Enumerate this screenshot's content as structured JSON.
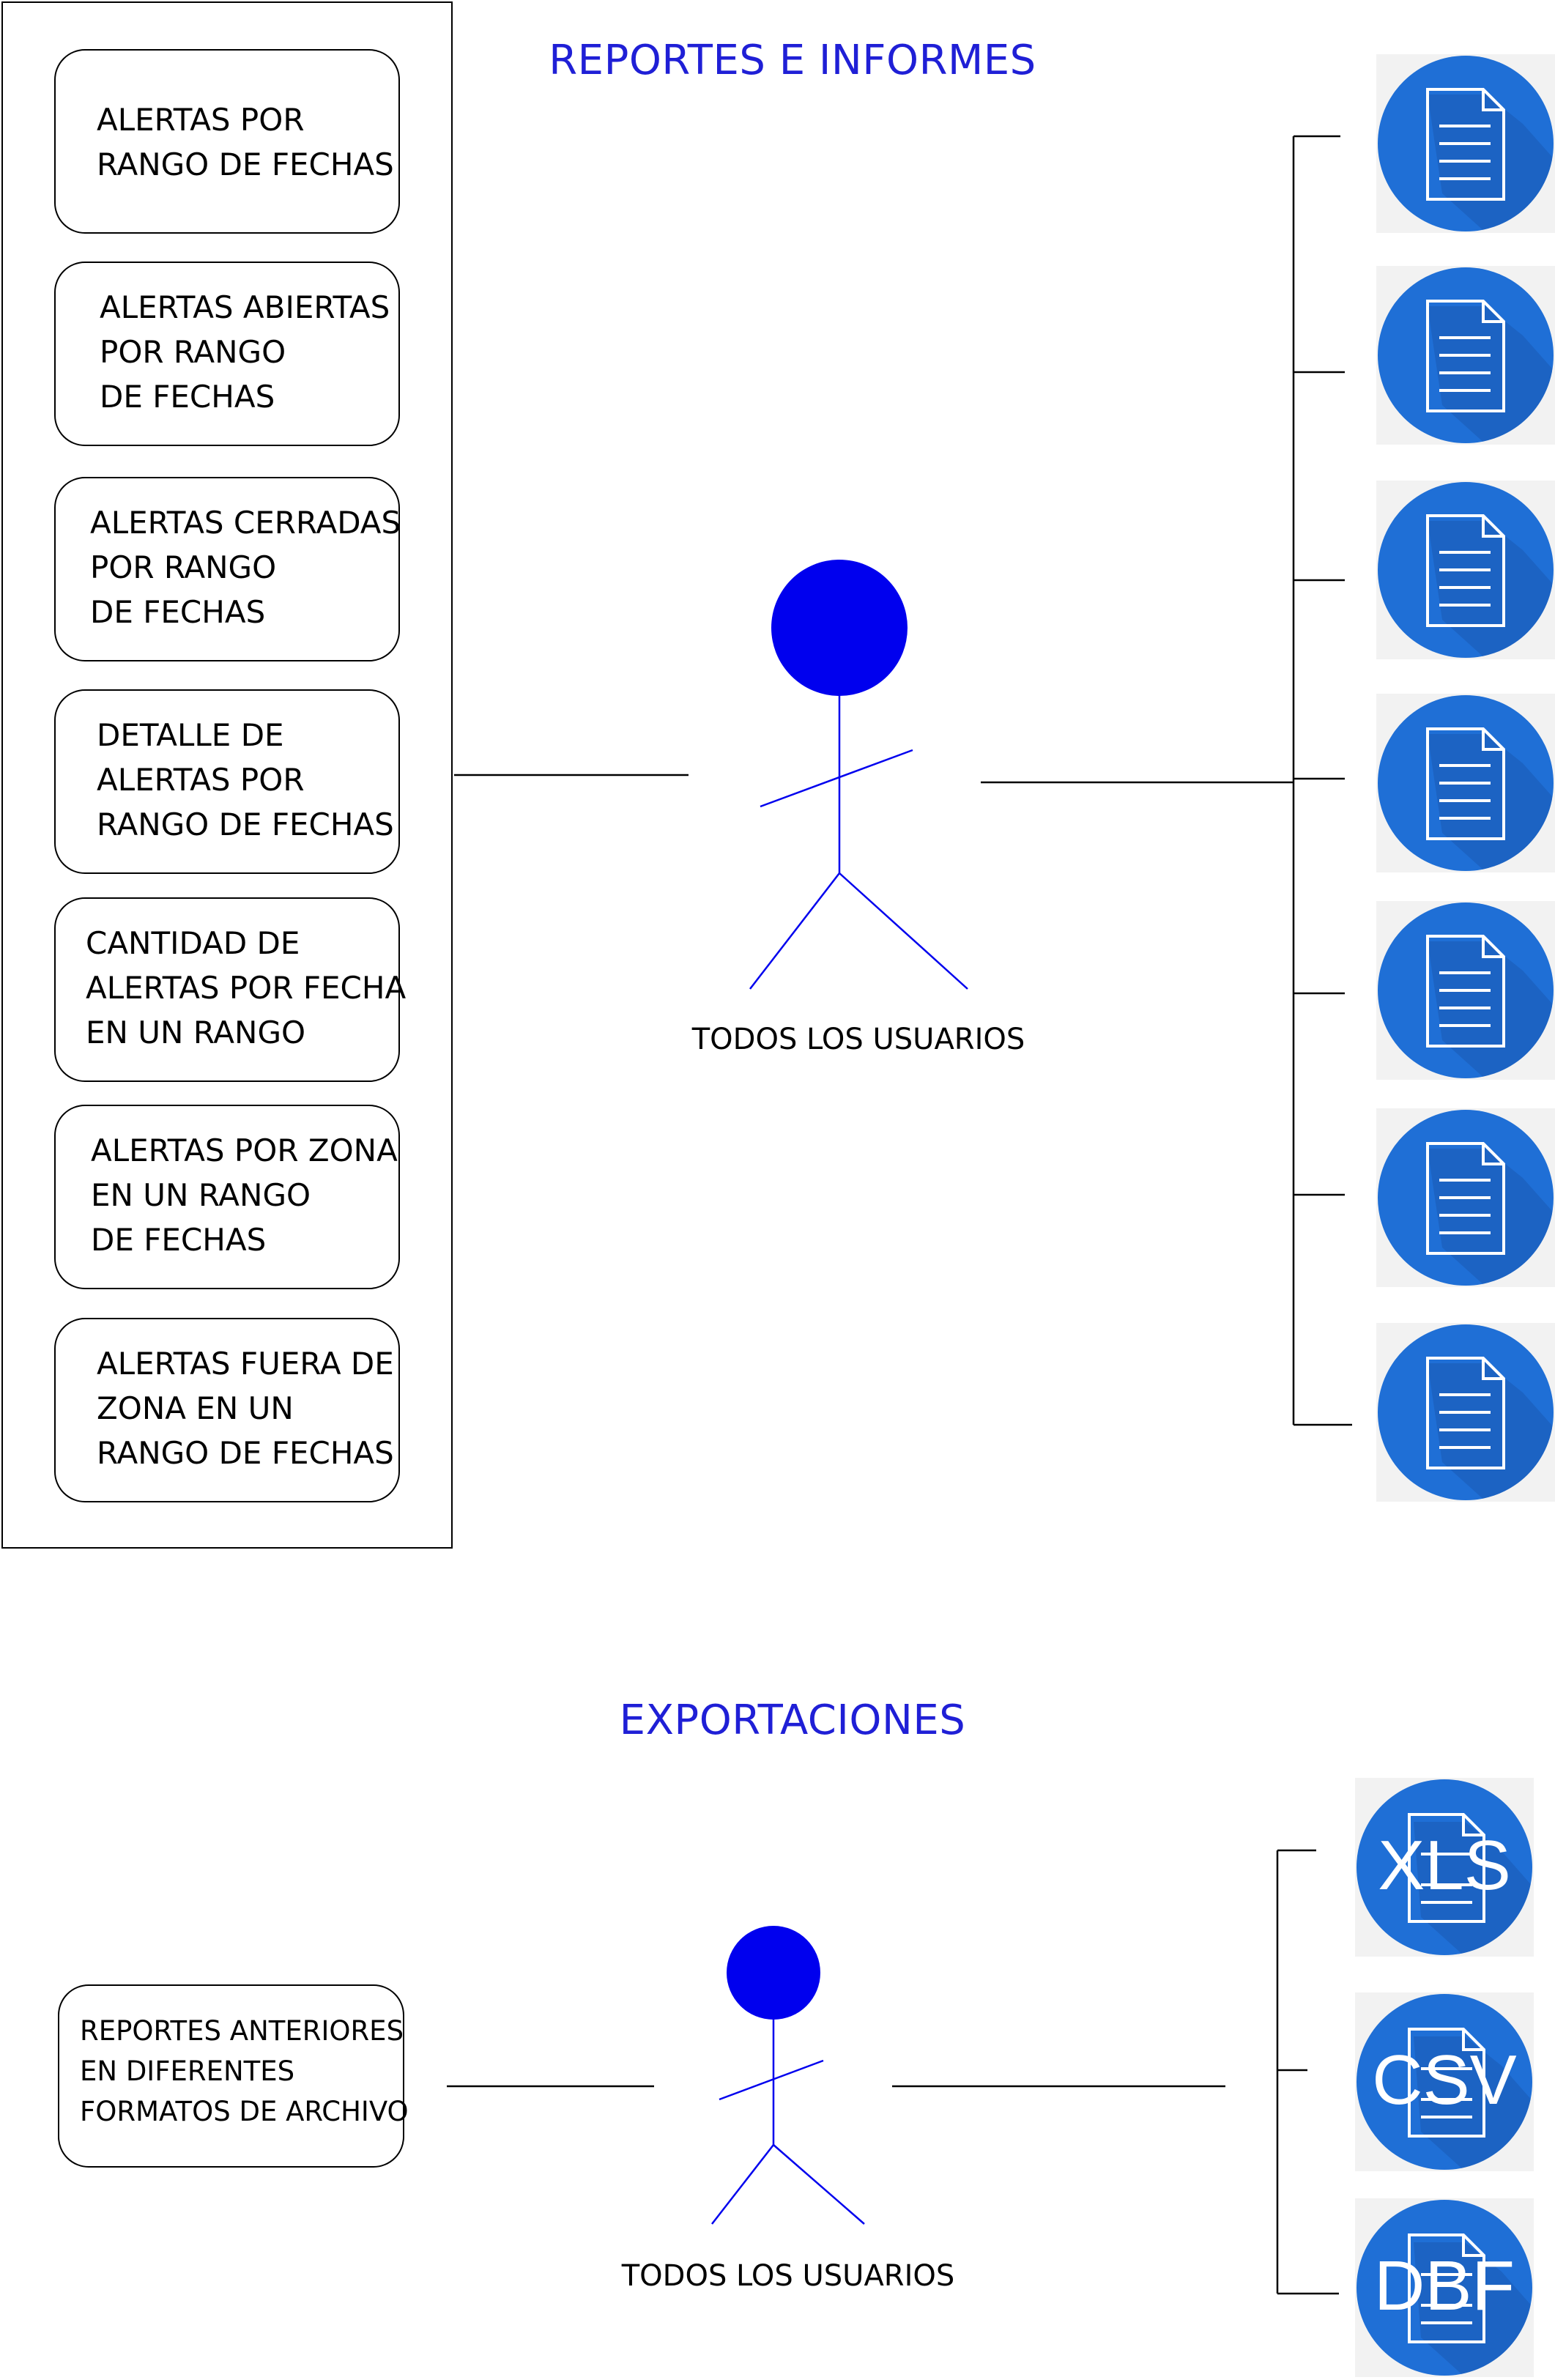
{
  "reports": {
    "title": "REPORTES E INFORMES",
    "actor_label": "TODOS LOS USUARIOS",
    "use_cases": [
      {
        "lines": [
          "ALERTAS POR",
          "RANGO DE FECHAS"
        ]
      },
      {
        "lines": [
          "ALERTAS ABIERTAS",
          "POR RANGO",
          "DE FECHAS"
        ]
      },
      {
        "lines": [
          "ALERTAS CERRADAS",
          "POR RANGO",
          "DE FECHAS"
        ]
      },
      {
        "lines": [
          "DETALLE DE",
          "ALERTAS POR",
          "RANGO DE FECHAS"
        ]
      },
      {
        "lines": [
          "CANTIDAD DE",
          "ALERTAS POR FECHA",
          "EN UN RANGO"
        ]
      },
      {
        "lines": [
          "ALERTAS POR ZONA",
          "EN UN RANGO",
          "DE FECHAS"
        ]
      },
      {
        "lines": [
          "ALERTAS FUERA DE",
          "ZONA EN UN",
          "RANGO DE FECHAS"
        ]
      }
    ],
    "document_icons": [
      "document-icon",
      "document-icon",
      "document-icon",
      "document-icon",
      "document-icon",
      "document-icon",
      "document-icon"
    ]
  },
  "exports": {
    "title": "EXPORTACIONES",
    "actor_label": "TODOS LOS USUARIOS",
    "use_case": {
      "lines": [
        "REPORTES ANTERIORES",
        "EN DIFERENTES",
        "FORMATOS DE ARCHIVO"
      ]
    },
    "formats": [
      "XLS",
      "CSV",
      "DBF"
    ]
  },
  "colors": {
    "title": "#1f1fd6",
    "actor": "#0000ee",
    "icon_circle": "#1f6fd6",
    "icon_shadow": "#1a5cb5"
  }
}
